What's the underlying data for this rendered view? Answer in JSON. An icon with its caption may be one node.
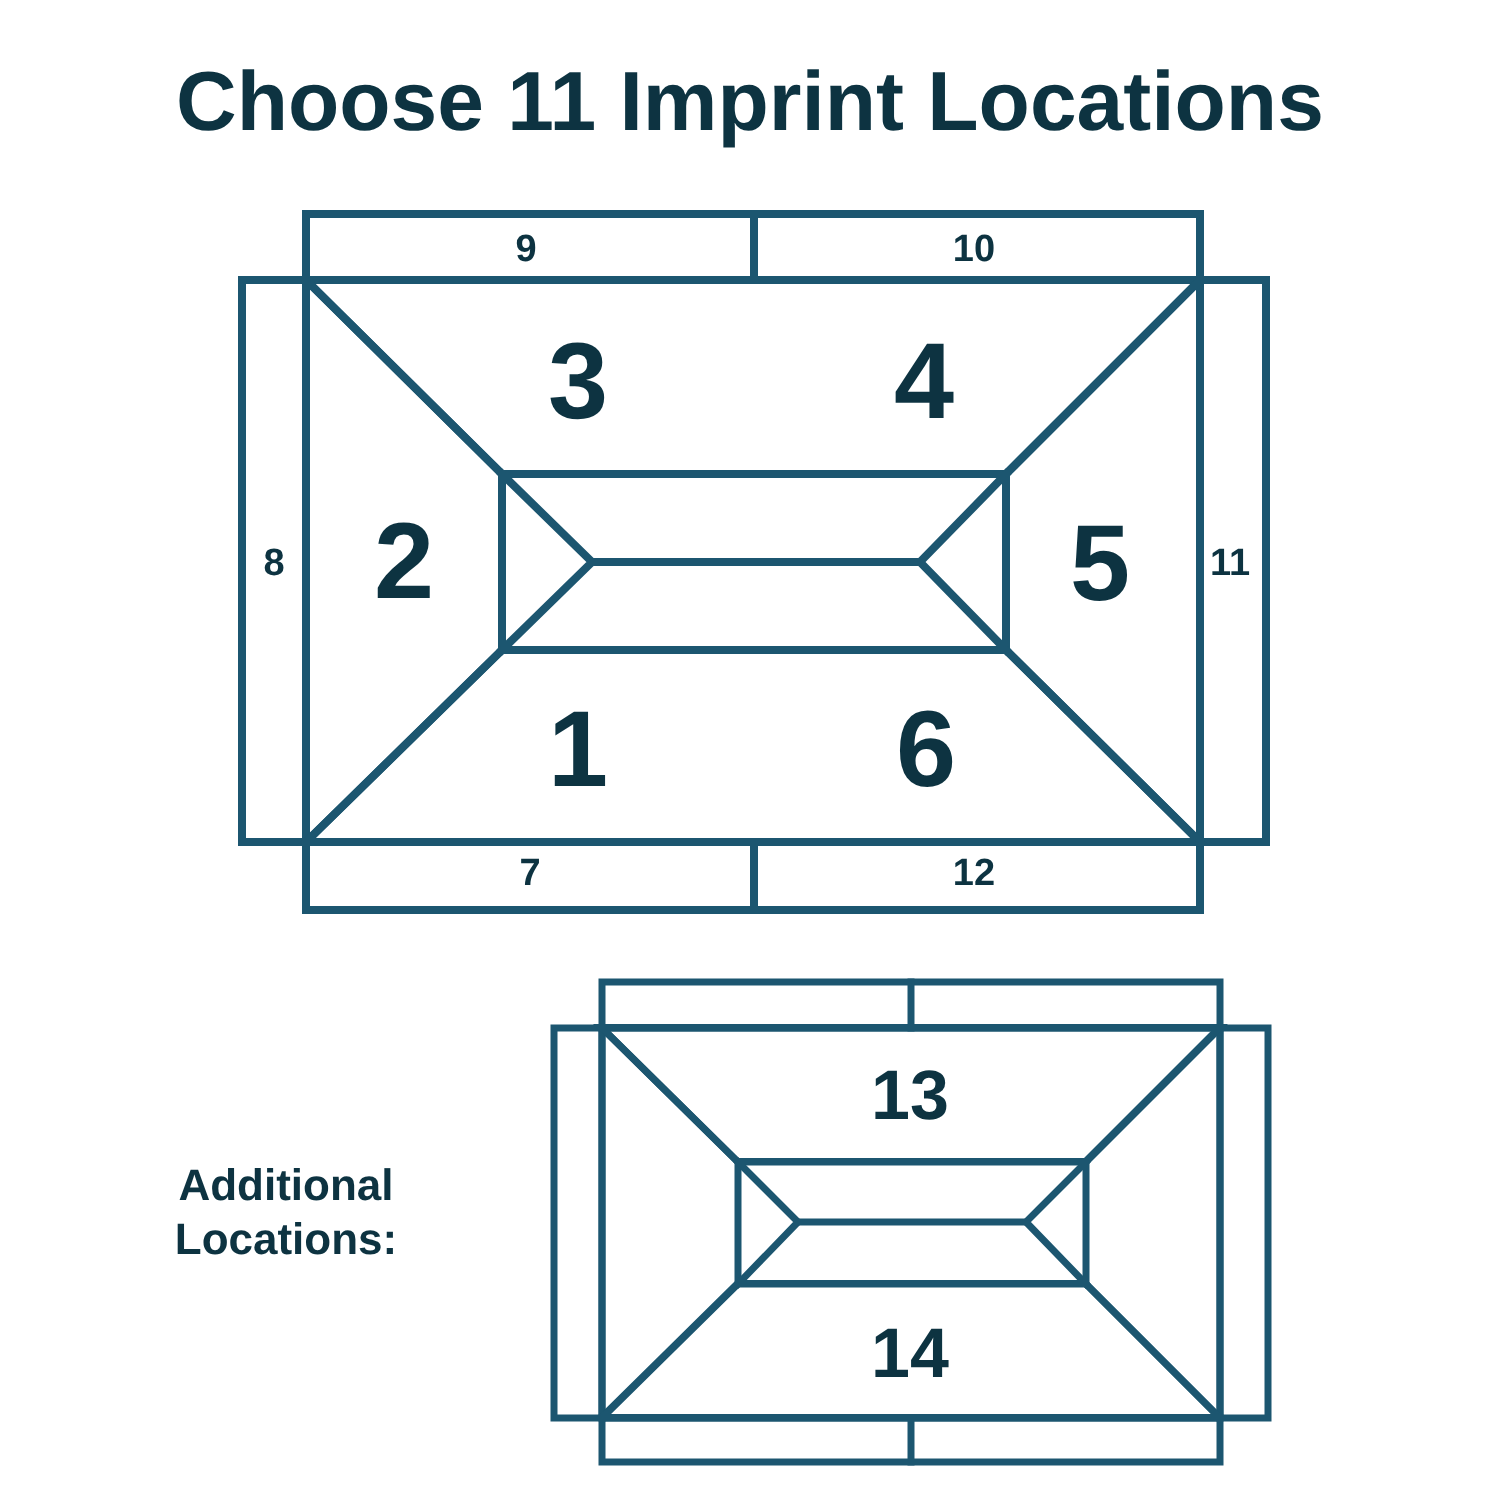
{
  "diagram": {
    "title": "Choose 11 Imprint Locations",
    "nodes": [
      {
        "text": [
          "9"
        ]
      },
      {
        "text": [
          "10"
        ]
      },
      {
        "text": [
          "3",
          "4"
        ]
      },
      {
        "text": [
          "8"
        ]
      },
      {
        "text": [
          "2"
        ]
      },
      {
        "text": [
          "5"
        ]
      },
      {
        "text": [
          "11"
        ]
      },
      {
        "text": [
          "1",
          "6"
        ]
      },
      {
        "text": [
          "7"
        ]
      },
      {
        "text": [
          "12"
        ]
      },
      {
        "text": [
          "13"
        ]
      },
      {
        "text": [
          "14"
        ]
      }
    ],
    "labels": [
      "Additional Locations:"
    ]
  }
}
